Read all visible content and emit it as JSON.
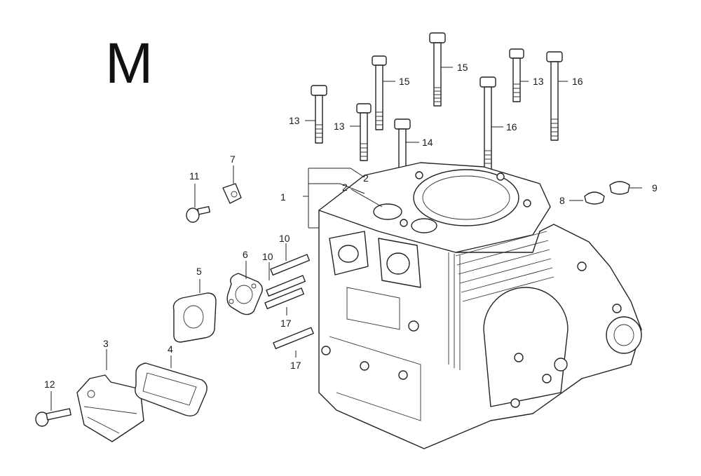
{
  "section_letter": "M",
  "callouts": [
    {
      "id": "c1",
      "text": "1"
    },
    {
      "id": "c2a",
      "text": "2"
    },
    {
      "id": "c2b",
      "text": "2"
    },
    {
      "id": "c3",
      "text": "3"
    },
    {
      "id": "c4",
      "text": "4"
    },
    {
      "id": "c5",
      "text": "5"
    },
    {
      "id": "c6",
      "text": "6"
    },
    {
      "id": "c7",
      "text": "7"
    },
    {
      "id": "c8",
      "text": "8"
    },
    {
      "id": "c9",
      "text": "9"
    },
    {
      "id": "c10a",
      "text": "10"
    },
    {
      "id": "c10b",
      "text": "10"
    },
    {
      "id": "c11",
      "text": "11"
    },
    {
      "id": "c12",
      "text": "12"
    },
    {
      "id": "c13a",
      "text": "13"
    },
    {
      "id": "c13b",
      "text": "13"
    },
    {
      "id": "c13c",
      "text": "13"
    },
    {
      "id": "c14",
      "text": "14"
    },
    {
      "id": "c15a",
      "text": "15"
    },
    {
      "id": "c15b",
      "text": "15"
    },
    {
      "id": "c16a",
      "text": "16"
    },
    {
      "id": "c16b",
      "text": "16"
    },
    {
      "id": "c17a",
      "text": "17"
    },
    {
      "id": "c17b",
      "text": "17"
    }
  ]
}
